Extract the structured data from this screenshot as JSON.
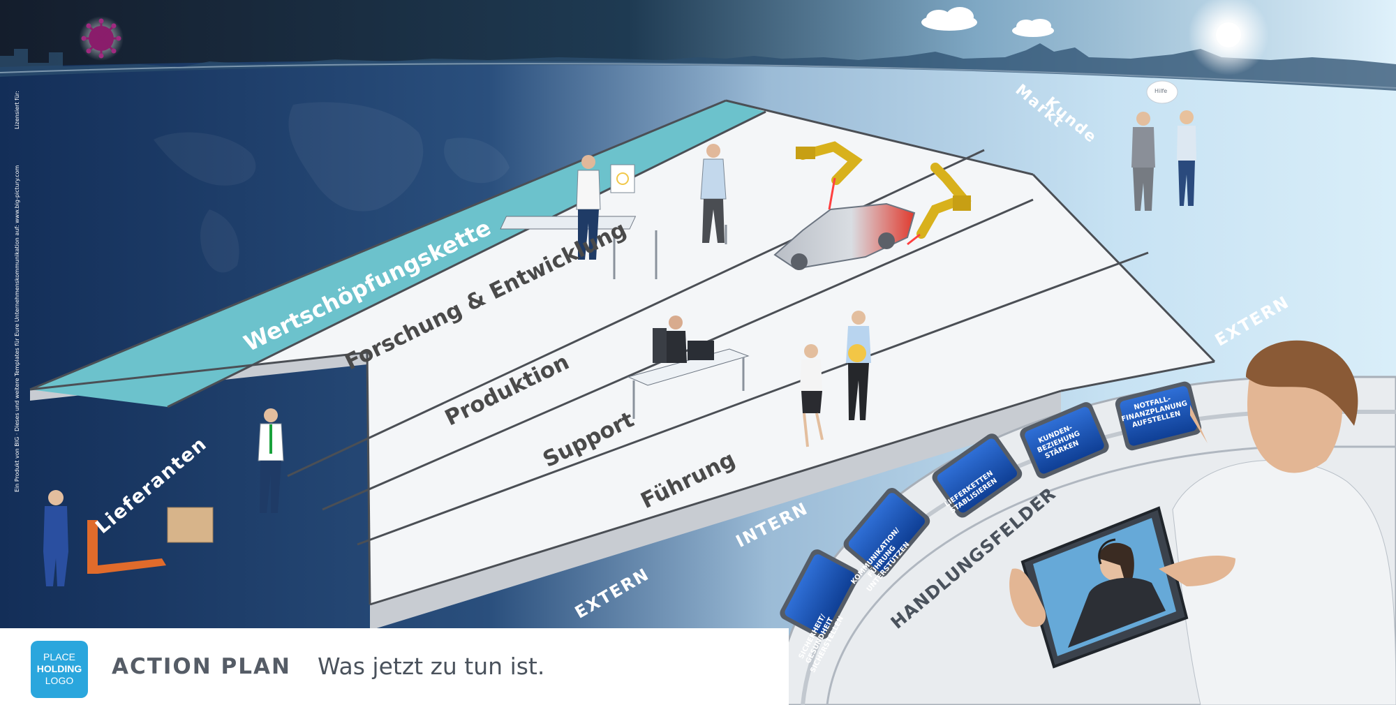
{
  "illustration": {
    "lanes": {
      "value_chain": "Wertschöpfungskette",
      "research": "Forschung & Entwicklung",
      "production": "Produktion",
      "support": "Support",
      "leadership": "Führung"
    },
    "zones": {
      "suppliers": "Lieferanten",
      "market": "Markt",
      "customer": "Kunde",
      "extern_right": "EXTERN",
      "intern": "INTERN",
      "extern_bottom": "EXTERN",
      "action_fields": "HANDLUNGSFELDER"
    },
    "speech_bubble": "Hilfe",
    "buttons": [
      {
        "lines": [
          "SICHERHEIT/",
          "GESUNDHEIT",
          "SICHERSTELLEN"
        ]
      },
      {
        "lines": [
          "KOMMUNIKATION/",
          "FÜHRUNG",
          "UNTERSTÜTZEN"
        ]
      },
      {
        "lines": [
          "LIEFERKETTEN",
          "STABLISIEREN"
        ]
      },
      {
        "lines": [
          "KUNDEN-",
          "BEZIEHUNG",
          "STÄRKEN"
        ]
      },
      {
        "lines": [
          "NOTFALL-",
          "FINANZPLANUNG",
          "AUFSTELLEN"
        ]
      }
    ],
    "side_text": {
      "credit": "Ein Produkt von BIG · Dieses und weitere Templates für Eure Unternehmenskommunikation auf: www.big-pictury.com",
      "license": "Lizensiert für:"
    }
  },
  "footer": {
    "logo_lines": [
      "PLACE",
      "HOLDING",
      "LOGO"
    ],
    "title": "ACTION PLAN",
    "subtitle": "Was jetzt zu tun ist."
  },
  "colors": {
    "accent_teal": "#6cc2cc",
    "logo_blue": "#2aa6dd",
    "button_blue": "#1a4fae",
    "night_sky": "#14263e",
    "day_sky": "#bfe1f5"
  }
}
